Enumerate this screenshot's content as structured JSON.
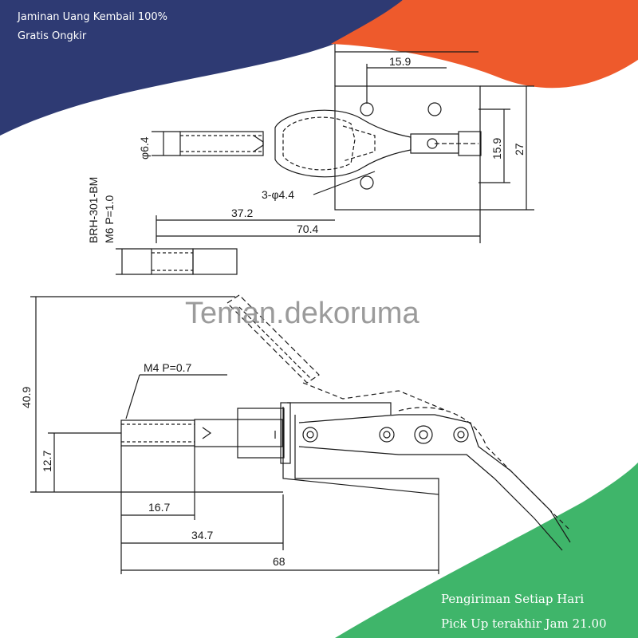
{
  "banner": {
    "line1": "Jaminan Uang Kembail 100%",
    "line2": "Gratis Ongkir"
  },
  "footer": {
    "line1": "Pengiriman Setiap Hari",
    "line2": "Pick Up terakhir  Jam 21.00"
  },
  "watermark": "Teman.dekoruma",
  "colors": {
    "navy": "#2e3a73",
    "orange": "#ee5a2c",
    "green": "#3fb56a",
    "ink": "#1a1a1a"
  },
  "drawing": {
    "top": {
      "dim_15": "15.9",
      "dim_15_top": "15.9",
      "dim_27": "27",
      "dim_phi64": "φ6.4",
      "holes_label": "3-φ4.4",
      "dim_372": "37.2",
      "dim_704": "70.4",
      "model_label": "BRH-301-BM",
      "thread_label": "M6 P=1.0"
    },
    "side": {
      "thread_label": "M4 P=0.7",
      "dim_409": "40.9",
      "dim_127": "12.7",
      "dim_167": "16.7",
      "dim_347": "34.7",
      "dim_68": "68"
    }
  }
}
